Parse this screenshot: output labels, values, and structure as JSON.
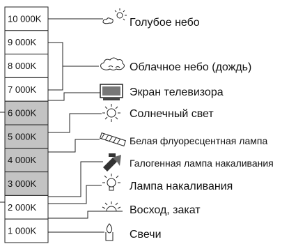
{
  "scale": [
    {
      "label": "10 000K",
      "shaded": false
    },
    {
      "label": "9 000K",
      "shaded": false
    },
    {
      "label": "8 000K",
      "shaded": false
    },
    {
      "label": "7 000K",
      "shaded": false
    },
    {
      "label": "6 000K",
      "shaded": true
    },
    {
      "label": "5 000K",
      "shaded": true
    },
    {
      "label": "4 000K",
      "shaded": true
    },
    {
      "label": "3 000K",
      "shaded": true
    },
    {
      "label": "2 000K",
      "shaded": false
    },
    {
      "label": "1 000K",
      "shaded": false
    }
  ],
  "sources": [
    {
      "label": "Голубое небо",
      "icon": "blue-sky-icon"
    },
    {
      "label": "Облачное небо (дождь)",
      "icon": "cloud-icon"
    },
    {
      "label": "Экран телевизора",
      "icon": "tv-icon"
    },
    {
      "label": "Солнечный свет",
      "icon": "sun-icon"
    },
    {
      "label": "Белая флуоресцентная лампа",
      "icon": "fluorescent-lamp-icon"
    },
    {
      "label": "Галогенная лампа накаливания",
      "icon": "halogen-lamp-icon"
    },
    {
      "label": "Лампа накаливания",
      "icon": "light-bulb-icon"
    },
    {
      "label": "Восход, закат",
      "icon": "sunrise-icon"
    },
    {
      "label": "Свечи",
      "icon": "candle-icon"
    }
  ],
  "colors": {
    "shaded": "#c3c3c3",
    "line": "#222222"
  }
}
